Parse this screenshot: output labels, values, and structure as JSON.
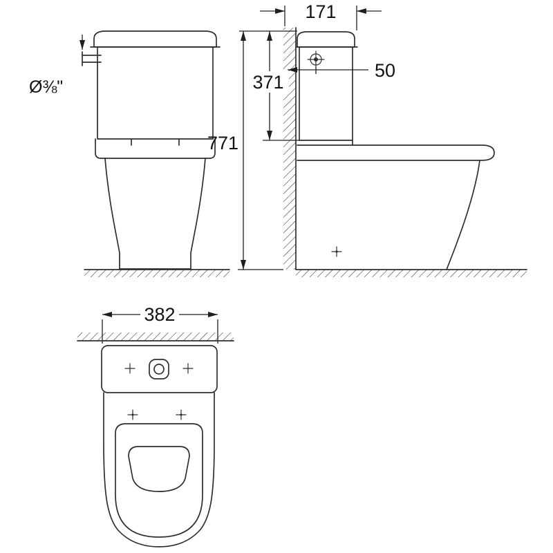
{
  "title": "Close-coupled toilet technical dimension drawing",
  "labels": {
    "inlet_size": "Ø⅜\"",
    "top_depth": "171",
    "inlet_offset": "50",
    "cistern_height": "371",
    "total_height": "771",
    "total_width": "382"
  },
  "colors": {
    "line": "#2e2e2e",
    "background": "#ffffff"
  }
}
